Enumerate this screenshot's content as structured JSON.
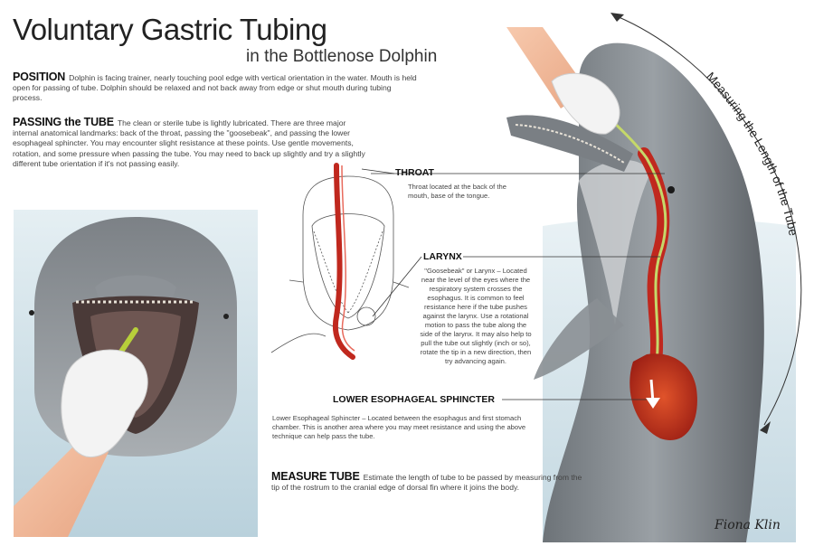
{
  "title": "Voluntary Gastric Tubing",
  "subtitle": "in the Bottlenose Dolphin",
  "position": {
    "heading": "POSITION",
    "text": "Dolphin is facing trainer, nearly touching pool edge with vertical orientation in the water. Mouth is held open for passing of tube. Dolphin should be relaxed and not back away from edge or shut mouth during tubing process."
  },
  "passing": {
    "heading": "PASSING the TUBE",
    "text": "The clean or sterile tube is lightly lubricated. There are three major internal anatomical landmarks: back of the throat, passing the \"goosebeak\", and passing the lower esophageal sphincter. You may encounter slight resistance at these points. Use gentle movements, rotation, and some pressure when passing the tube. You may need to back up slightly and try a slightly different tube orientation if it's not passing easily."
  },
  "throat": {
    "label": "THROAT",
    "text": "Throat located at the back of the mouth, base of the tongue."
  },
  "larynx": {
    "label": "LARYNX",
    "text": "\"Goosebeak\" or Larynx – Located near the level of the eyes where the respiratory system crosses the esophagus. It is common to feel resistance here if the tube pushes against the larynx. Use a rotational motion to pass the tube along the side of the larynx. It may also help to pull the tube out slightly (inch or so), rotate the tip in a new direction, then try advancing again."
  },
  "les": {
    "label": "LOWER ESOPHAGEAL SPHINCTER",
    "text": "Lower Esophageal Sphincter – Located between the esophagus and first stomach chamber. This is another area where you may meet resistance and using the above technique can help pass the tube."
  },
  "measure": {
    "heading": "MEASURE TUBE",
    "text": "Estimate the length of tube to be passed by measuring from the tip of the rostrum to the cranial edge of dorsal fin where it joins the body."
  },
  "arc_label": "Measuring the Length of the Tube",
  "signature": "Fiona Klin",
  "colors": {
    "dolphin_gray": "#8a8f94",
    "water_blue": "#c9dde6",
    "esophagus_red": "#c0281e",
    "glove": "#f2f2f2",
    "arm_skin": "#f0b99a"
  }
}
